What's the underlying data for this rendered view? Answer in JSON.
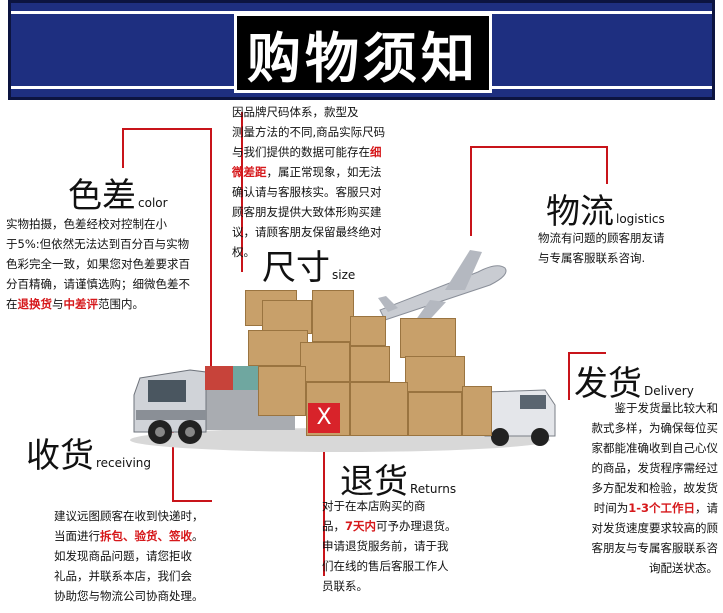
{
  "title": "购物须知",
  "sections": {
    "color": {
      "heading": "色差",
      "en": "color",
      "lines": [
        [
          {
            "t": "实物拍摄，色差经校对控制在小"
          }
        ],
        [
          {
            "t": "于5%:但依然无法达到百分百与实物"
          }
        ],
        [
          {
            "t": "色彩完全一致，如果您对色差要求百"
          }
        ],
        [
          {
            "t": "分百精确，请谨慎选购；细微色差不"
          }
        ],
        [
          {
            "t": "在"
          },
          {
            "t": "退换货",
            "r": true
          },
          {
            "t": "与"
          },
          {
            "t": "中差评",
            "r": true
          },
          {
            "t": "范围内。"
          }
        ]
      ]
    },
    "size": {
      "heading": "尺寸",
      "en": "size",
      "lines": [
        [
          {
            "t": "因品牌尺码体系，款型及"
          }
        ],
        [
          {
            "t": "测量方法的不同,商品实际尺码"
          }
        ],
        [
          {
            "t": "与我们提供的数据可能存在"
          },
          {
            "t": "细",
            "r": true
          }
        ],
        [
          {
            "t": "微差距",
            "r": true
          },
          {
            "t": "，属正常现象，如无法"
          }
        ],
        [
          {
            "t": "确认请与客服核实。客服只对"
          }
        ],
        [
          {
            "t": "顾客朋友提供大致体形购买建"
          }
        ],
        [
          {
            "t": "议，请顾客朋友保留最终绝对"
          }
        ],
        [
          {
            "t": "权。"
          }
        ]
      ]
    },
    "logistics": {
      "heading": "物流",
      "en": "logistics",
      "lines": [
        [
          {
            "t": "物流有问题的顾客朋友请"
          }
        ],
        [
          {
            "t": "与专属客服联系咨询."
          }
        ]
      ]
    },
    "delivery": {
      "heading": "发货",
      "en": "Delivery",
      "lines": [
        [
          {
            "t": "鉴于发货量比较大和"
          }
        ],
        [
          {
            "t": "款式多样，为确保每位买"
          }
        ],
        [
          {
            "t": "家都能准确收到自己心仪"
          }
        ],
        [
          {
            "t": "的商品，发货程序需经过"
          }
        ],
        [
          {
            "t": "多方配发和检验，故发货"
          }
        ],
        [
          {
            "t": "时间为"
          },
          {
            "t": "1-3个工作日",
            "r": true
          },
          {
            "t": "，请"
          }
        ],
        [
          {
            "t": "对发货速度要求较高的顾"
          }
        ],
        [
          {
            "t": "客朋友与专属客服联系咨"
          }
        ],
        [
          {
            "t": "询配送状态。"
          }
        ]
      ]
    },
    "receiving": {
      "heading": "收货",
      "en": "receiving",
      "lines": [
        [
          {
            "t": "建议远图顾客在收到快递时，"
          }
        ],
        [
          {
            "t": "当面进行"
          },
          {
            "t": "拆包、验货、签收",
            "r": true
          },
          {
            "t": "。"
          }
        ],
        [
          {
            "t": "如发现商品问题，请您拒收"
          }
        ],
        [
          {
            "t": "礼品，并联系本店，我们会"
          }
        ],
        [
          {
            "t": "协助您与物流公司协商处理。"
          }
        ]
      ]
    },
    "returns": {
      "heading": "退货",
      "en": "Returns",
      "lines": [
        [
          {
            "t": "对于在本店购买的商"
          }
        ],
        [
          {
            "t": "品，"
          },
          {
            "t": "7天内",
            "r": true
          },
          {
            "t": "可予办理退货。"
          }
        ],
        [
          {
            "t": "申请退货服务前，请于我"
          }
        ],
        [
          {
            "t": "们在线的售后客服工作人"
          }
        ],
        [
          {
            "t": "员联系。"
          }
        ]
      ]
    }
  },
  "colors": {
    "banner": "#1e2f80",
    "red": "#d6181b",
    "box": "#c8a06a"
  },
  "scene": {
    "box_mark": "X"
  }
}
